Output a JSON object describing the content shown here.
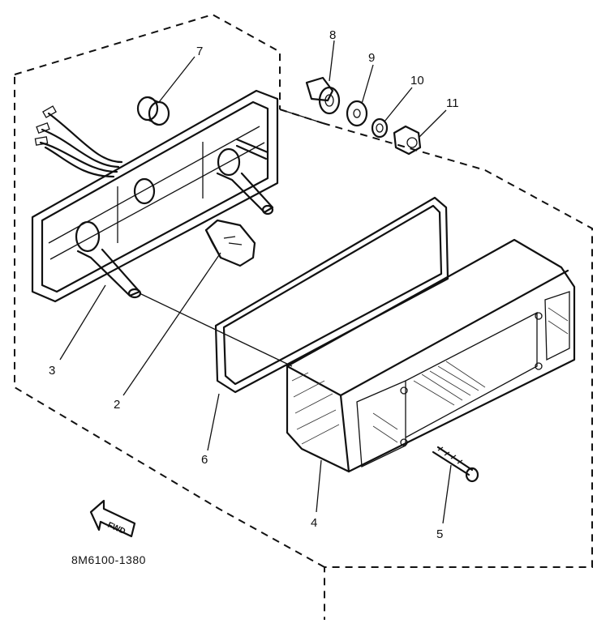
{
  "callouts": [
    {
      "id": "1",
      "label": "2",
      "part": "bulb"
    },
    {
      "id": "2",
      "label": "3",
      "part": "lamp-housing"
    },
    {
      "id": "3",
      "label": "4",
      "part": "lens"
    },
    {
      "id": "4",
      "label": "5",
      "part": "screw"
    },
    {
      "id": "5",
      "label": "6",
      "part": "gasket"
    },
    {
      "id": "6",
      "label": "7",
      "part": "grommet"
    },
    {
      "id": "7",
      "label": "8",
      "part": "collar"
    },
    {
      "id": "8",
      "label": "9",
      "part": "washer"
    },
    {
      "id": "9",
      "label": "10",
      "part": "spring-washer"
    },
    {
      "id": "10",
      "label": "11",
      "part": "nut"
    }
  ],
  "figure_code": "8M6100-1380",
  "fwd_label": "FWD"
}
